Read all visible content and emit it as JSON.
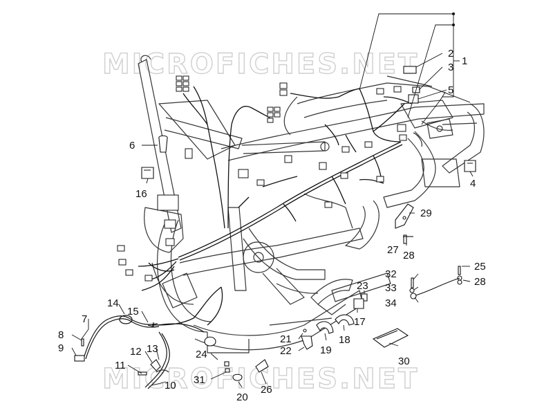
{
  "watermark": "MICROFICHES.NET",
  "callouts": {
    "c1": "1",
    "c2": "2",
    "c3": "3",
    "c4": "4",
    "c5": "5",
    "c6": "6",
    "c7": "7",
    "c8": "8",
    "c9": "9",
    "c10": "10",
    "c11": "11",
    "c12": "12",
    "c13": "13",
    "c14": "14",
    "c15": "15",
    "c16": "16",
    "c17": "17",
    "c18": "18",
    "c19": "19",
    "c20": "20",
    "c21": "21",
    "c22": "22",
    "c23": "23",
    "c24": "24",
    "c25": "25",
    "c26": "26",
    "c27": "27",
    "c28a": "28",
    "c28b": "28",
    "c29": "29",
    "c30": "30",
    "c31": "31",
    "c32": "32",
    "c33": "33",
    "c34": "34"
  }
}
